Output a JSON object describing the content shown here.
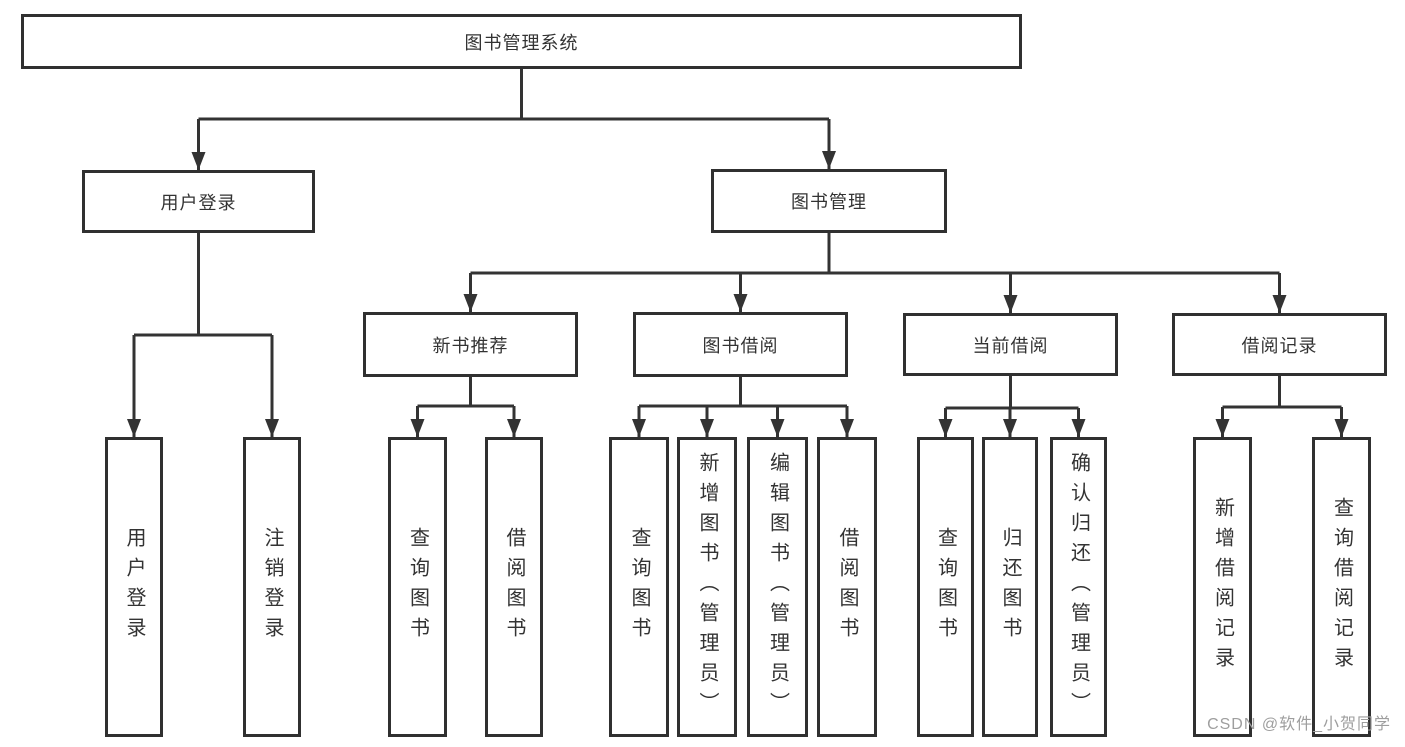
{
  "nodes": {
    "root": "图书管理系统",
    "user_login": "用户登录",
    "book_mgmt": "图书管理",
    "new_book_rec": "新书推荐",
    "book_borrow": "图书借阅",
    "current_borrow": "当前借阅",
    "borrow_records": "借阅记录",
    "leaf_user_login": "用户登录",
    "leaf_logout": "注销登录",
    "leaf_rec_query_book": "查询图书",
    "leaf_rec_borrow_book": "借阅图书",
    "leaf_bb_query_book": "查询图书",
    "leaf_bb_add_book": "新增图书（管理员）",
    "leaf_bb_edit_book": "编辑图书（管理员）",
    "leaf_bb_borrow_book": "借阅图书",
    "leaf_cb_query_book": "查询图书",
    "leaf_cb_return_book": "归还图书",
    "leaf_cb_confirm_return": "确认归还（管理员）",
    "leaf_br_add_record": "新增借阅记录",
    "leaf_br_query_record": "查询借阅记录"
  },
  "watermark": "CSDN @软件_小贺同学",
  "colors": {
    "line": "#333333",
    "text": "#333333",
    "border": "#303030",
    "watermark": "#9e9e9e",
    "bg": "#ffffff"
  }
}
